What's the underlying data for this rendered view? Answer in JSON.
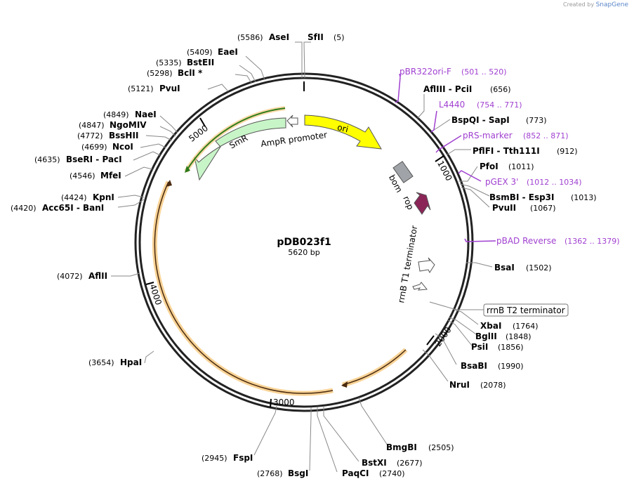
{
  "credit": {
    "prefix": "Created by",
    "brand": "SnapGene"
  },
  "plasmid": {
    "name": "pDB023f1",
    "length": "5620 bp"
  },
  "ticks": [
    "1000",
    "2000",
    "3000",
    "4000",
    "5000"
  ],
  "enzymes": [
    {
      "name": "SfII",
      "pos": "(5)"
    },
    {
      "name": "AseI",
      "pos": "(5586)"
    },
    {
      "name": "EaeI",
      "pos": "(5409)"
    },
    {
      "name": "BstEII",
      "pos": "(5335)"
    },
    {
      "name": "BclI *",
      "pos": "(5298)"
    },
    {
      "name": "PvuI",
      "pos": "(5121)"
    },
    {
      "name": "NaeI",
      "pos": "(4849)"
    },
    {
      "name": "NgoMIV",
      "pos": "(4847)"
    },
    {
      "name": "BssHII",
      "pos": "(4772)"
    },
    {
      "name": "NcoI",
      "pos": "(4699)"
    },
    {
      "name": "BseRI - PacI",
      "pos": "(4635)"
    },
    {
      "name": "MfeI",
      "pos": "(4546)"
    },
    {
      "name": "KpnI",
      "pos": "(4424)"
    },
    {
      "name": "Acc65I - BanI",
      "pos": "(4420)"
    },
    {
      "name": "AflII",
      "pos": "(4072)"
    },
    {
      "name": "HpaI",
      "pos": "(3654)"
    },
    {
      "name": "FspI",
      "pos": "(2945)"
    },
    {
      "name": "BsgI",
      "pos": "(2768)"
    },
    {
      "name": "PaqCI",
      "pos": "(2740)"
    },
    {
      "name": "BstXI",
      "pos": "(2677)"
    },
    {
      "name": "BmgBI",
      "pos": "(2505)"
    },
    {
      "name": "NruI",
      "pos": "(2078)"
    },
    {
      "name": "BsaBI",
      "pos": "(1990)"
    },
    {
      "name": "PsiI",
      "pos": "(1856)"
    },
    {
      "name": "BglII",
      "pos": "(1848)"
    },
    {
      "name": "XbaI",
      "pos": "(1764)"
    },
    {
      "name": "BsaI",
      "pos": "(1502)"
    },
    {
      "name": "PvuII",
      "pos": "(1067)"
    },
    {
      "name": "BsmBI - Esp3I",
      "pos": "(1013)"
    },
    {
      "name": "PfoI",
      "pos": "(1011)"
    },
    {
      "name": "PflFI - Tth111I",
      "pos": "(912)"
    },
    {
      "name": "BspQI - SapI",
      "pos": "(773)"
    },
    {
      "name": "AflIII - PciI",
      "pos": "(656)"
    }
  ],
  "primers": [
    {
      "name": "pBR322ori-F",
      "pos": "(501 .. 520)"
    },
    {
      "name": "L4440",
      "pos": "(754 .. 771)"
    },
    {
      "name": "pRS-marker",
      "pos": "(852 .. 871)"
    },
    {
      "name": "pGEX 3'",
      "pos": "(1012 .. 1034)"
    },
    {
      "name": "pBAD Reverse",
      "pos": "(1362 .. 1379)"
    }
  ],
  "features": {
    "ori": "ori",
    "bom": "bom",
    "rop": "rop",
    "rrnb_t1": "rrnB T1 terminator",
    "rrnb_t2": "rrnB T2 terminator",
    "smr": "SmR",
    "ampr_promoter": "AmpR promoter"
  },
  "colors": {
    "ori": "#ffff00",
    "bom": "#a0a4a8",
    "rop": "#8b2558",
    "smr": "#c8f5c8",
    "primer": "#a040d0",
    "orf_highlight": "#f5c06a",
    "orf_dark": "#2d7a1a"
  }
}
